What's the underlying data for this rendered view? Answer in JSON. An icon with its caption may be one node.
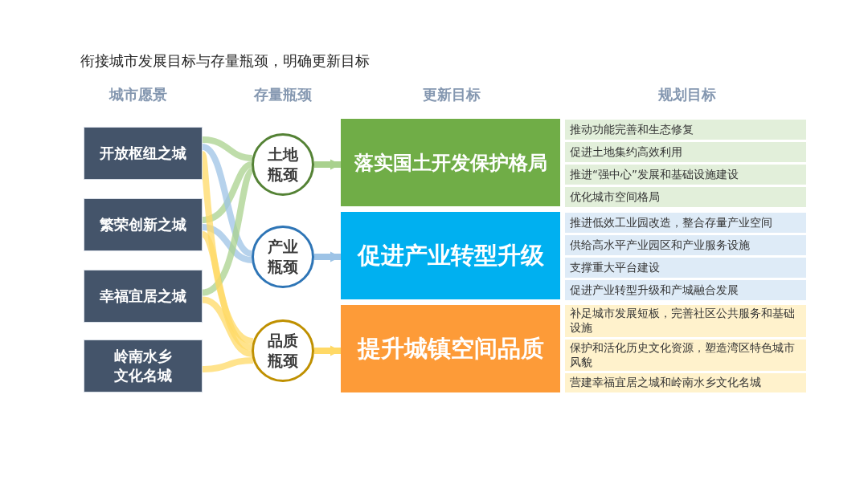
{
  "diagram": {
    "title": "衔接城市发展目标与存量瓶颈，明确更新目标",
    "nodes": [
      {
        "text": [
          "开放枢纽之城"
        ]
      },
      {
        "text": [
          "繁荣创新之城"
        ]
      },
      {
        "text": [
          "幸福宜居之城"
        ]
      },
      {
        "text": [
          "岭南水乡文化名城"
        ]
      },
      {
        "text": [
          "土地瓶颈"
        ]
      },
      {
        "text": [
          "产业瓶颈"
        ]
      },
      {
        "text": [
          "品质瓶颈"
        ]
      },
      {
        "text": [
          "落实国土开发保护格局"
        ]
      },
      {
        "text": [
          "促进产业转型升级"
        ]
      },
      {
        "text": [
          "提升城镇空间品质"
        ]
      },
      {
        "text": [
          "推动功能完善和生态修复"
        ]
      },
      {
        "text": [
          "促进土地集约高效利用"
        ]
      },
      {
        "text": [
          "推进“强中心”发展和基础设施建设"
        ]
      },
      {
        "text": [
          "优化城市空间格局"
        ]
      },
      {
        "text": [
          "推进低效工业园改造，整合存量产业空间"
        ]
      },
      {
        "text": [
          "供给高水平产业园区和产业服务设施"
        ]
      },
      {
        "text": [
          "支撑重大平台建设"
        ]
      },
      {
        "text": [
          "促进产业转型升级和产城融合发展"
        ]
      },
      {
        "text": [
          "补足城市发展短板，完善社区公共服务和基础设施"
        ]
      },
      {
        "text": [
          "保护和活化历史文化资源，塑造湾区特色城市风貌"
        ]
      },
      {
        "text": [
          "营建幸福宜居之城和岭南水乡文化名城"
        ]
      }
    ],
    "edges": [
      {
        "from": 0,
        "to": 4,
        "arrow": "none",
        "color": "#a9d18e"
      },
      {
        "from": 0,
        "to": 5,
        "arrow": "none",
        "color": "#9dc3e6"
      },
      {
        "from": 0,
        "to": 6,
        "arrow": "none",
        "color": "#ffd966"
      },
      {
        "from": 1,
        "to": 4,
        "arrow": "none",
        "color": "#a9d18e"
      },
      {
        "from": 1,
        "to": 5,
        "arrow": "none",
        "color": "#9dc3e6"
      },
      {
        "from": 1,
        "to": 6,
        "arrow": "none",
        "color": "#ffd966"
      },
      {
        "from": 2,
        "to": 4,
        "arrow": "none",
        "color": "#a9d18e"
      },
      {
        "from": 2,
        "to": 6,
        "arrow": "none",
        "color": "#ffd966"
      },
      {
        "from": 3,
        "to": 6,
        "arrow": "none",
        "color": "#ffd966"
      },
      {
        "from": 4,
        "to": 7,
        "arrow": "to",
        "color": "#a9d18e"
      },
      {
        "from": 5,
        "to": 8,
        "arrow": "to",
        "color": "#9dc3e6"
      },
      {
        "from": 6,
        "to": 9,
        "arrow": "to",
        "color": "#ffd966"
      }
    ],
    "labels": [
      "城市愿景",
      "存量瓶颈",
      "更新目标",
      "规划目标"
    ]
  }
}
